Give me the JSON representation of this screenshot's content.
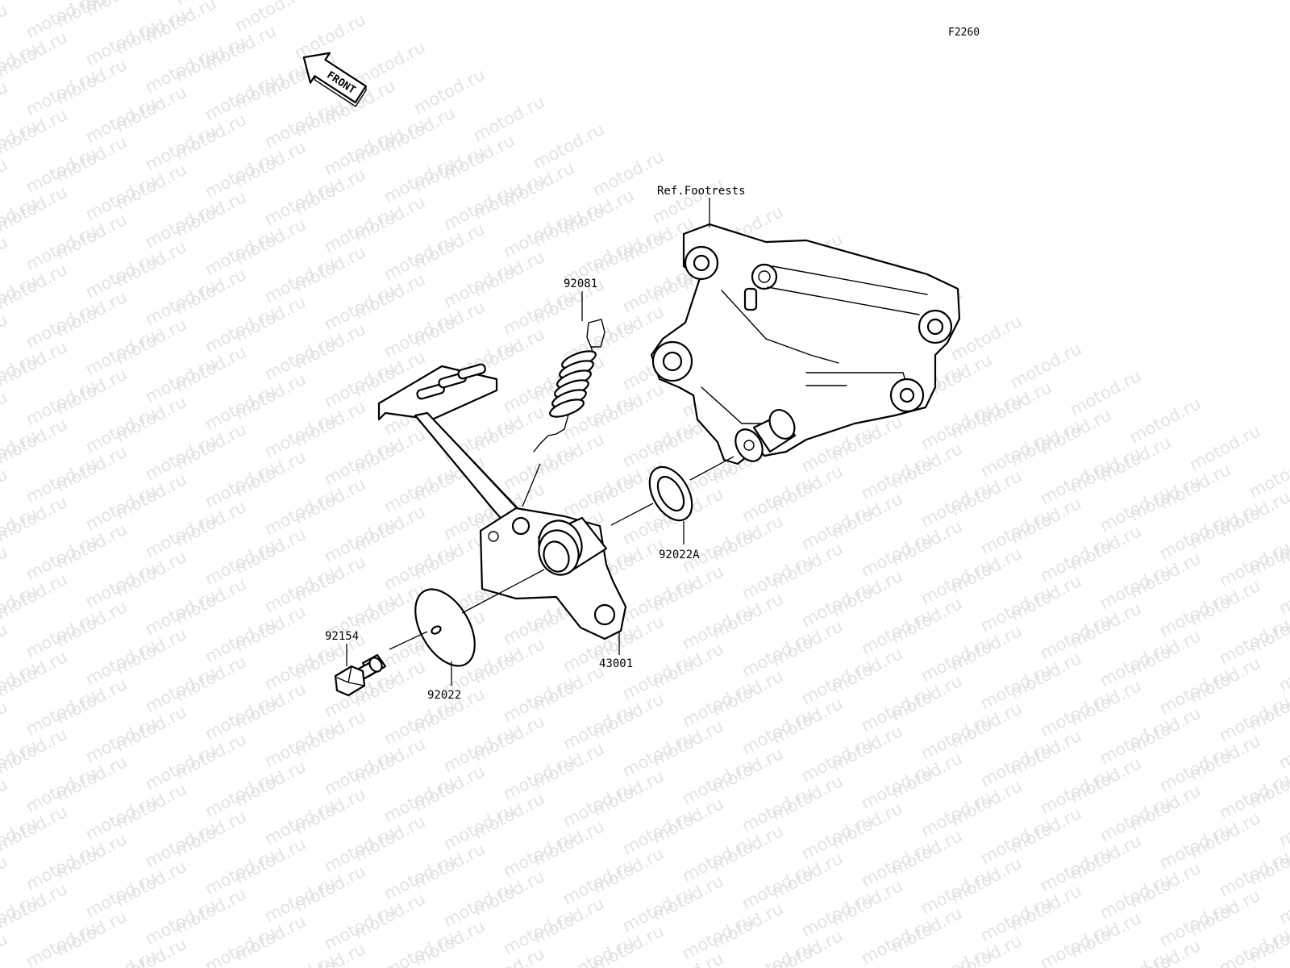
{
  "diagram_code": "F2260",
  "front_arrow_label": "FRONT",
  "watermark_text": "motod.ru",
  "labels": {
    "ref_footrests": "Ref.Footrests",
    "spring": "92081",
    "washer_a": "92022A",
    "pedal": "43001",
    "bolt": "92154",
    "washer": "92022"
  },
  "icons": {
    "front_arrow": "front-arrow-icon"
  }
}
